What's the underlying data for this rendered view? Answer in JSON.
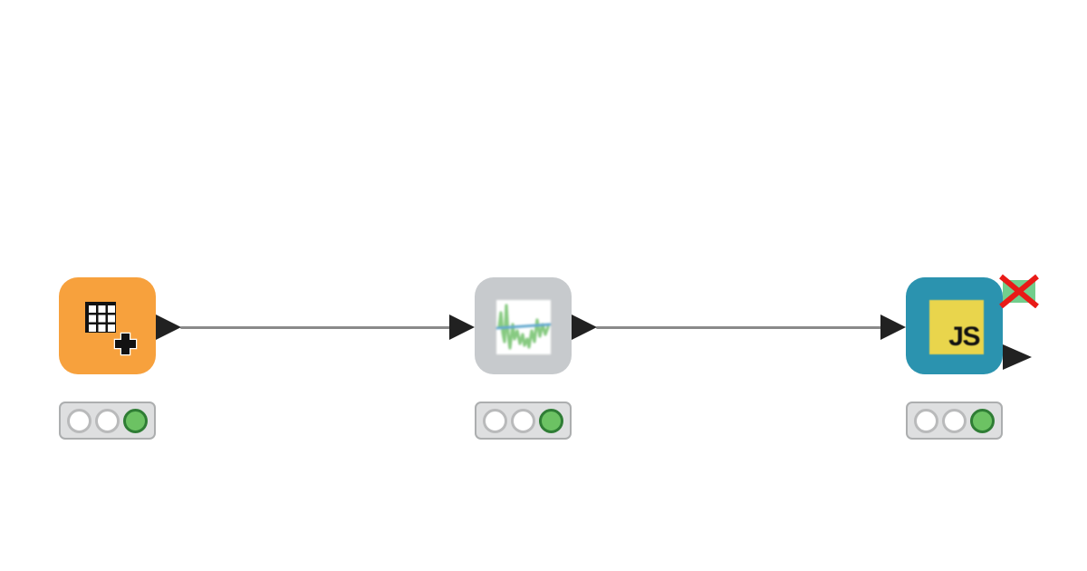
{
  "canvas": {
    "background_color": "#FFFFFF"
  },
  "workflow": {
    "nodes": [
      {
        "name": "table-creator",
        "icon": "table-grid-plus-icon",
        "body_color": "#F7A13D",
        "icon_colors": {
          "grid": "#121212",
          "cells": "#FFFFFF",
          "plus": "#121212",
          "plus_halo": "#FFFFFF"
        },
        "ports": {
          "inputs": 0,
          "outputs": 1
        },
        "status_lights": [
          "off",
          "off",
          "green"
        ]
      },
      {
        "name": "line-plot-view",
        "icon": "line-chart-icon",
        "body_color": "#C7CACD",
        "icon_colors": {
          "background": "#FFFFFF",
          "series": "#87CA81",
          "baseline": "#64A9CF"
        },
        "ports": {
          "inputs": 1,
          "outputs": 1
        },
        "status_lights": [
          "off",
          "off",
          "green"
        ]
      },
      {
        "name": "javascript-view",
        "icon": "js-icon",
        "icon_label": "JS",
        "body_color": "#2B93AF",
        "icon_colors": {
          "background": "#E9D54C",
          "text": "#111111"
        },
        "ports": {
          "inputs": 1,
          "outputs": 1
        },
        "status_lights": [
          "off",
          "off",
          "green"
        ],
        "badge": {
          "name": "red-x-badge",
          "square_color": "#72CE8D",
          "x_color": "#E91A17"
        }
      }
    ],
    "connections": [
      {
        "from": "table-creator",
        "to": "line-plot-view"
      },
      {
        "from": "line-plot-view",
        "to": "javascript-view"
      }
    ],
    "port_color": "#212121",
    "wire_color": "#8A8A8A",
    "traffic_light": {
      "background": "#DEDFE0",
      "border": "#ACAEAF",
      "lamp_off_fill": "#FFFFFF",
      "lamp_off_border": "#B9BABB",
      "lamp_on_fill": "#6CC263",
      "lamp_on_border": "#2F7D35"
    }
  }
}
